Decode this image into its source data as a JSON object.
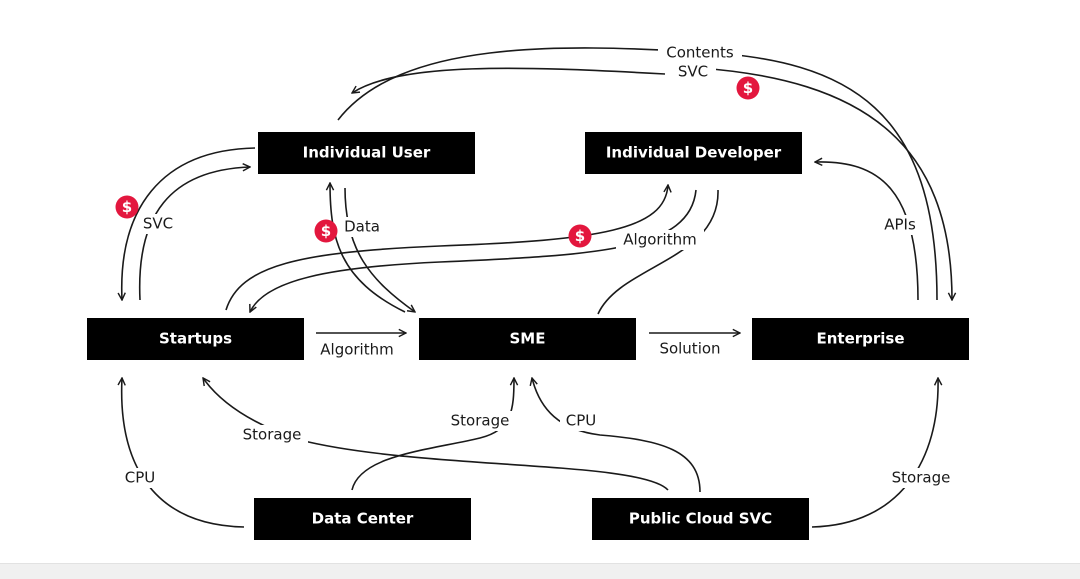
{
  "nodes": {
    "individual_user": "Individual User",
    "individual_developer": "Individual Developer",
    "startups": "Startups",
    "sme": "SME",
    "enterprise": "Enterprise",
    "data_center": "Data Center",
    "public_cloud_svc": "Public Cloud SVC"
  },
  "edges": {
    "contents": "Contents",
    "contents_svc": "SVC",
    "svc": "SVC",
    "data": "Data",
    "algorithm_dev": "Algorithm",
    "apis": "APIs",
    "algorithm": "Algorithm",
    "solution": "Solution",
    "storage_left": "Storage",
    "cpu_left": "CPU",
    "storage_mid": "Storage",
    "cpu_mid": "CPU",
    "storage_right": "Storage"
  },
  "payment_symbol": "$",
  "colors": {
    "node_fill": "#000000",
    "node_text": "#ffffff",
    "arrow": "#1a1a1a",
    "payment": "#e3173e"
  }
}
